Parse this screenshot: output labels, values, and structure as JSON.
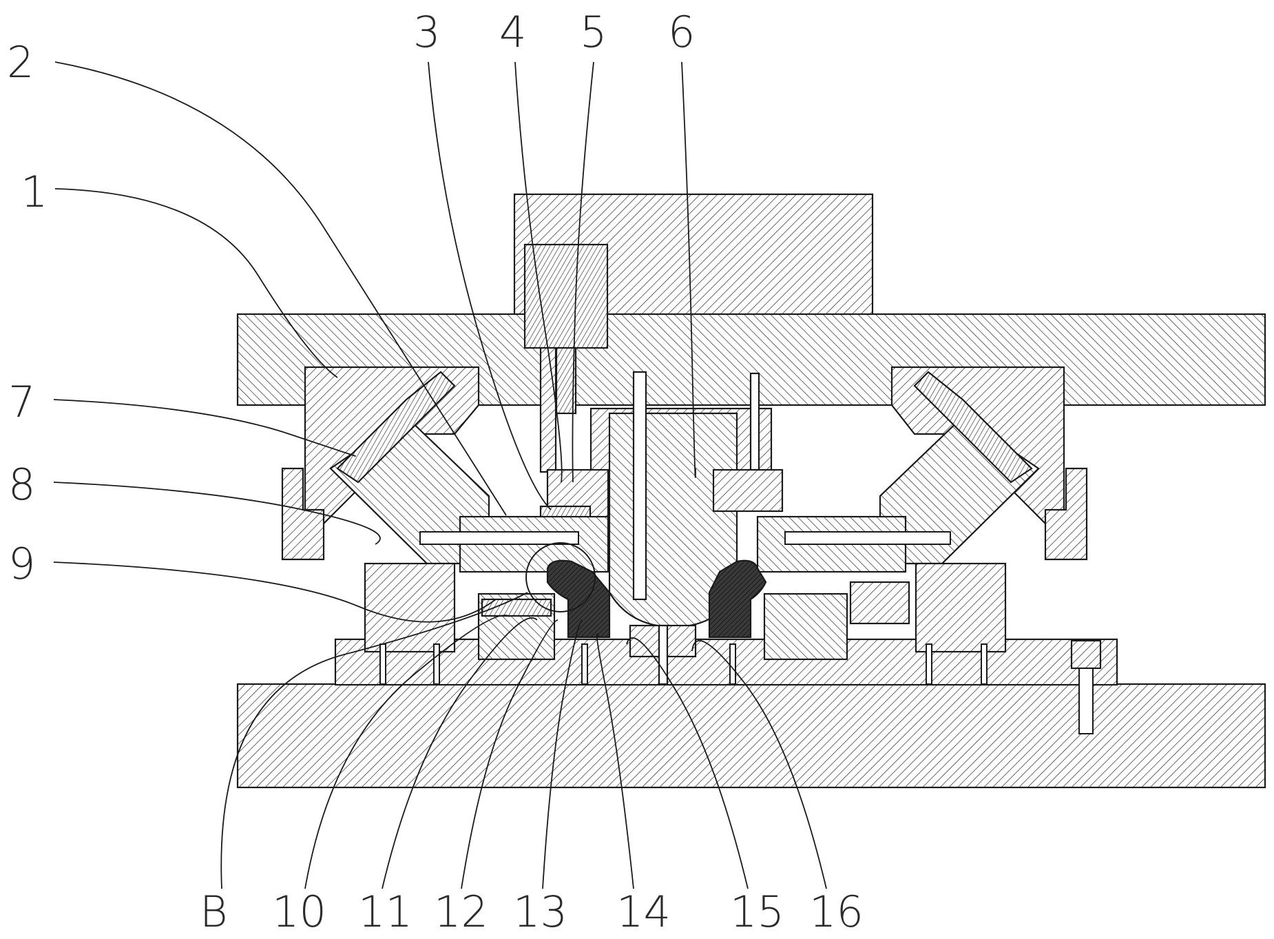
{
  "callouts": {
    "c1": "1",
    "c2": "2",
    "c3": "3",
    "c4": "4",
    "c5": "5",
    "c6": "6",
    "c7": "7",
    "c8": "8",
    "c9": "9",
    "cB": "B",
    "c10": "10",
    "c11": "11",
    "c12": "12",
    "c13": "13",
    "c14": "14",
    "c15": "15",
    "c16": "16"
  },
  "colors": {
    "line": "#1a1a1a",
    "background": "#ffffff",
    "dark_fill": "#3a3a3a"
  }
}
